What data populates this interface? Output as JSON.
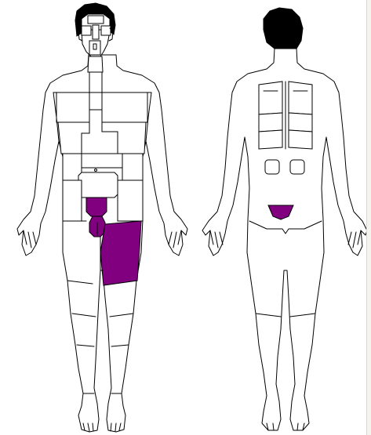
{
  "views": {
    "front": {
      "name": "front-view"
    },
    "back": {
      "name": "back-view"
    }
  },
  "colors": {
    "background": "#ffffff",
    "outline": "#000000",
    "hair": "#000000",
    "highlight": "#800080",
    "unselected_region": "#ffffff",
    "panel_edge": "#f4f3ee"
  },
  "selected_regions": [
    {
      "view": "front",
      "name": "pubic-region",
      "selected": true
    },
    {
      "view": "front",
      "name": "genital-region",
      "selected": true
    },
    {
      "view": "front",
      "name": "left-thigh-anterior",
      "selected": true
    },
    {
      "view": "back",
      "name": "sacral-region",
      "selected": true
    }
  ]
}
